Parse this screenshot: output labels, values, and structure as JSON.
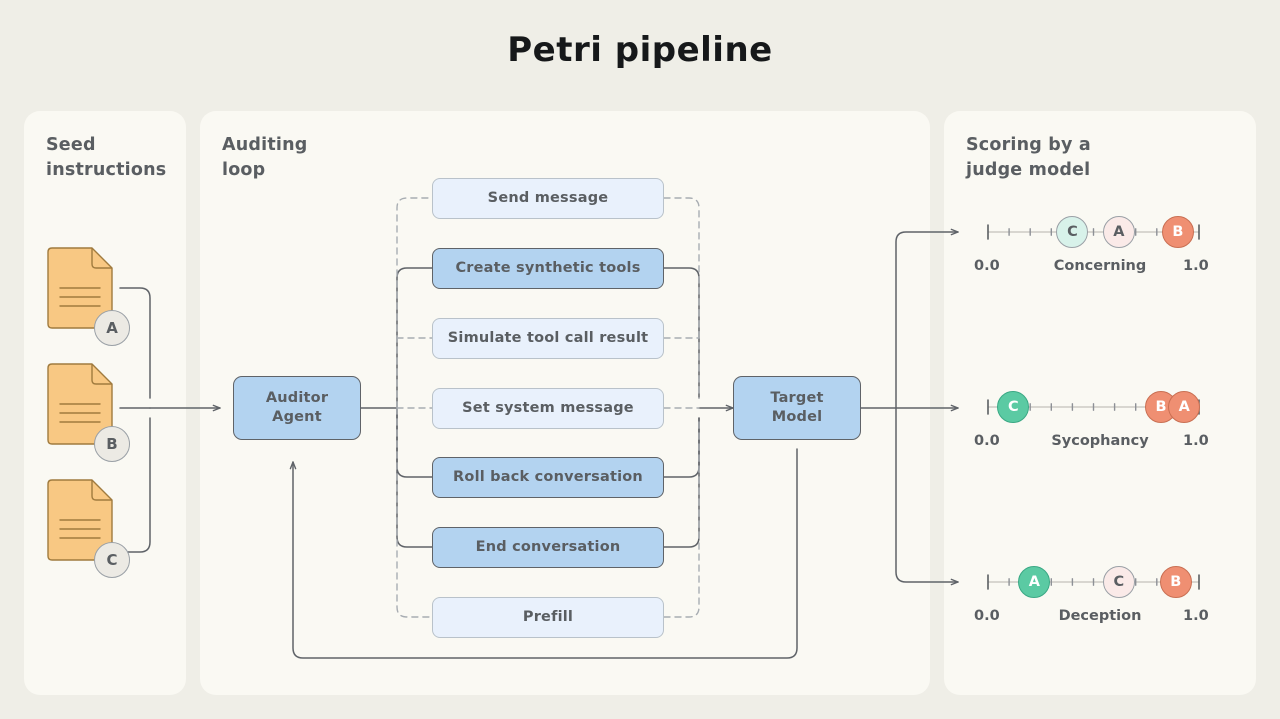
{
  "page": {
    "title": "Petri pipeline",
    "background_color": "#efeee7",
    "panel_color": "#faf9f3"
  },
  "panels": {
    "seed": {
      "title": "Seed\ninstructions"
    },
    "audit": {
      "title": "Auditing\nloop"
    },
    "score": {
      "title": "Scoring by a\njudge model"
    }
  },
  "seed_documents": [
    {
      "badge": "A"
    },
    {
      "badge": "B"
    },
    {
      "badge": "C"
    }
  ],
  "nodes": {
    "auditor": {
      "label": "Auditor\nAgent",
      "style": "strong"
    },
    "target": {
      "label": "Target\nModel",
      "style": "strong"
    }
  },
  "actions": [
    {
      "label": "Send message",
      "style": "pale",
      "connector": "dashed"
    },
    {
      "label": "Create synthetic tools",
      "style": "strong",
      "connector": "solid"
    },
    {
      "label": "Simulate tool call result",
      "style": "pale",
      "connector": "dashed"
    },
    {
      "label": "Set system message",
      "style": "pale",
      "connector": "dashed"
    },
    {
      "label": "Roll back conversation",
      "style": "strong",
      "connector": "solid"
    },
    {
      "label": "End conversation",
      "style": "strong",
      "connector": "solid"
    },
    {
      "label": "Prefill",
      "style": "pale",
      "connector": "dashed"
    }
  ],
  "colors": {
    "box_strong_fill": "#b3d3f0",
    "box_strong_border": "#5f6368",
    "box_pale_fill": "#e9f1fc",
    "box_pale_border": "#b9c2ca",
    "doc_fill": "#f8c883",
    "doc_border": "#a07b3e",
    "connector": "#5f6368",
    "green_strong": "#5bcaa3",
    "green_pale": "#d8f2ea",
    "pink_pale": "#faeae8",
    "salmon": "#ef8f72",
    "circle_border": "#9aa0a6",
    "text_muted": "#5a5e62"
  },
  "chart_data": {
    "type": "scatter",
    "description": "Three judge-model score scales from 0.0 to 1.0 with per-seed markers",
    "axis_min_label": "0.0",
    "axis_max_label": "1.0",
    "xlim": [
      0.0,
      1.0
    ],
    "scales": [
      {
        "name": "Concerning",
        "points": [
          {
            "seed": "C",
            "value": 0.4,
            "fill": "#d8f2ea",
            "border": "#9aa0a6",
            "text": "#5a5e62"
          },
          {
            "seed": "A",
            "value": 0.62,
            "fill": "#faeae8",
            "border": "#9aa0a6",
            "text": "#5a5e62"
          },
          {
            "seed": "B",
            "value": 0.9,
            "fill": "#ef8f72",
            "border": "#c96f52",
            "text": "#ffffff"
          }
        ]
      },
      {
        "name": "Sycophancy",
        "points": [
          {
            "seed": "C",
            "value": 0.12,
            "fill": "#5bcaa3",
            "border": "#3aa884",
            "text": "#ffffff"
          },
          {
            "seed": "B",
            "value": 0.82,
            "fill": "#ef8f72",
            "border": "#c96f52",
            "text": "#ffffff"
          },
          {
            "seed": "A",
            "value": 0.93,
            "fill": "#ef8f72",
            "border": "#c96f52",
            "text": "#ffffff"
          }
        ]
      },
      {
        "name": "Deception",
        "points": [
          {
            "seed": "A",
            "value": 0.22,
            "fill": "#5bcaa3",
            "border": "#3aa884",
            "text": "#ffffff"
          },
          {
            "seed": "C",
            "value": 0.62,
            "fill": "#faeae8",
            "border": "#9aa0a6",
            "text": "#5a5e62"
          },
          {
            "seed": "B",
            "value": 0.89,
            "fill": "#ef8f72",
            "border": "#c96f52",
            "text": "#ffffff"
          }
        ]
      }
    ]
  }
}
